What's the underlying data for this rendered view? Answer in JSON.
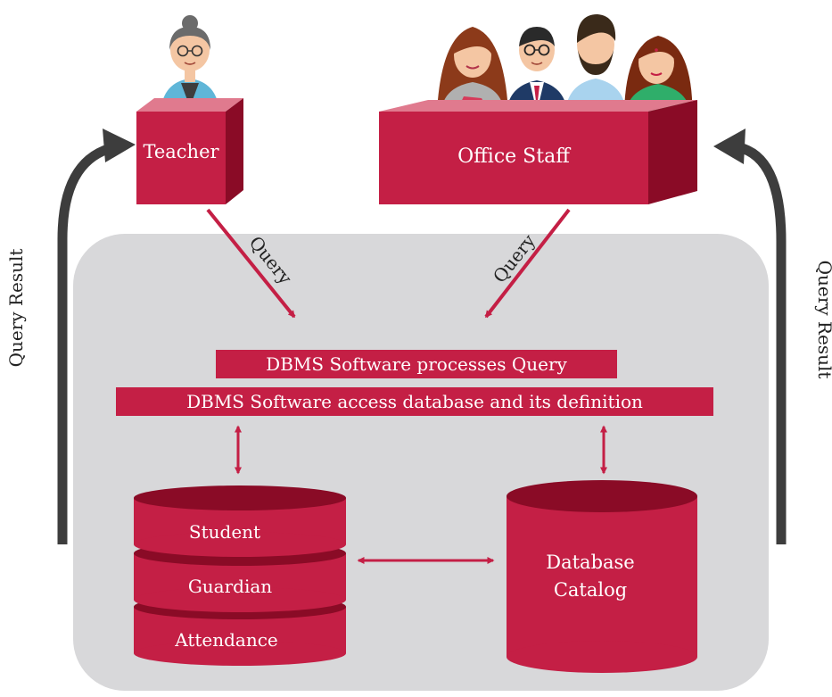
{
  "actors": {
    "teacher": {
      "label": "Teacher"
    },
    "office_staff": {
      "label": "Office Staff"
    }
  },
  "flows": {
    "query_left": "Query",
    "query_right": "Query",
    "result_left": "Query Result",
    "result_right": "Query Result"
  },
  "dbms": {
    "process_label": "DBMS Software processes Query",
    "access_label": "DBMS Software access database and its definition"
  },
  "database": {
    "tables": [
      "Student",
      "Guardian",
      "Attendance"
    ],
    "catalog_lines": [
      "Database",
      "Catalog"
    ]
  },
  "colors": {
    "crimson": "#c41f45",
    "crimson_dark": "#8a0b26",
    "crimson_top": "#e07a8e",
    "panel": "#d8d8da",
    "return_arrow": "#3d3d3d"
  }
}
